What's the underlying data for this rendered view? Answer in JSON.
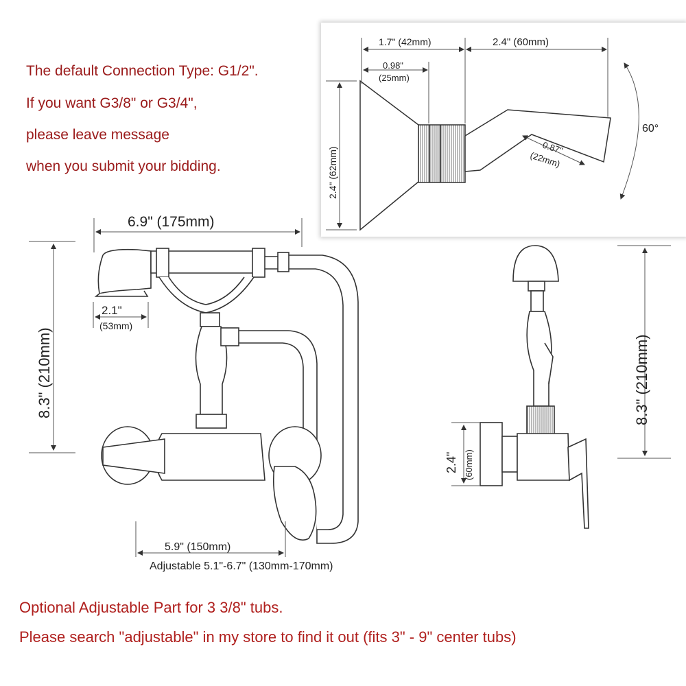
{
  "notes_top": [
    "The default Connection Type: G1/2\".",
    "If you want G3/8\" or G3/4\",",
    "please leave message",
    "when you submit your bidding."
  ],
  "notes_bottom": [
    "Optional Adjustable Part for 3 3/8\" tubs.",
    "Please search \"adjustable\" in my store to find it out (fits 3\" - 9\" center tubs)"
  ],
  "inset_dims": {
    "d1": "1.7\" (42mm)",
    "d2": "2.4\" (60mm)",
    "d3a": "0.98\"",
    "d3b": "(25mm)",
    "d4": "2.4\" (62mm)",
    "d5a": "0.87\"",
    "d5b": "(22mm)",
    "angle": "60°"
  },
  "front_dims": {
    "width": "6.9\" (175mm)",
    "height": "8.3\" (210mm)",
    "head_a": "2.1\"",
    "head_b": "(53mm)",
    "spacing": "5.9\" (150mm)",
    "adjustable": "Adjustable 5.1\"-6.7\" (130mm-170mm)"
  },
  "side_dims": {
    "height": "8.3\" (210mm)",
    "flange_a": "2.4\"",
    "flange_b": "(60mm)"
  }
}
